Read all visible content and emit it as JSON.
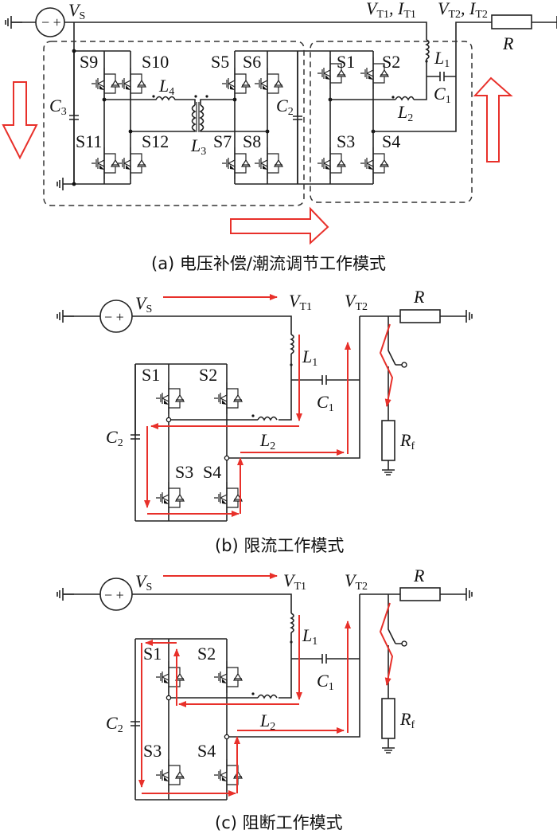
{
  "figure": {
    "panels": [
      {
        "id": "a",
        "caption": "(a)  电压补偿/潮流调节工作模式",
        "labels": {
          "source": "V",
          "source_sub": "S",
          "vt1": "V",
          "vt1_sub": "T1",
          "it1": "I",
          "it1_sub": "T1",
          "vt2": "V",
          "vt2_sub": "T2",
          "it2": "I",
          "it2_sub": "T2",
          "load": "R",
          "c1": "C",
          "c1_sub": "1",
          "c2": "C",
          "c2_sub": "2",
          "c3": "C",
          "c3_sub": "3",
          "l1": "L",
          "l1_sub": "1",
          "l2": "L",
          "l2_sub": "2",
          "l3": "L",
          "l3_sub": "3",
          "l4": "L",
          "l4_sub": "4",
          "switches": [
            "S1",
            "S2",
            "S3",
            "S4",
            "S5",
            "S6",
            "S7",
            "S8",
            "S9",
            "S10",
            "S11",
            "S12"
          ]
        },
        "power_flow_arrows": [
          "down",
          "right",
          "up"
        ]
      },
      {
        "id": "b",
        "caption": "(b)  限流工作模式",
        "labels": {
          "source": "V",
          "source_sub": "S",
          "vt1": "V",
          "vt1_sub": "T1",
          "vt2": "V",
          "vt2_sub": "T2",
          "load": "R",
          "fault": "R",
          "fault_sub": "f",
          "c1": "C",
          "c1_sub": "1",
          "c2": "C",
          "c2_sub": "2",
          "l1": "L",
          "l1_sub": "1",
          "l2": "L",
          "l2_sub": "2",
          "switches": [
            "S1",
            "S2",
            "S3",
            "S4"
          ]
        }
      },
      {
        "id": "c",
        "caption": "(c)  阻断工作模式",
        "labels": {
          "source": "V",
          "source_sub": "S",
          "vt1": "V",
          "vt1_sub": "T1",
          "vt2": "V",
          "vt2_sub": "T2",
          "load": "R",
          "fault": "R",
          "fault_sub": "f",
          "c1": "C",
          "c1_sub": "1",
          "c2": "C",
          "c2_sub": "2",
          "l1": "L",
          "l1_sub": "1",
          "l2": "L",
          "l2_sub": "2",
          "switches": [
            "S1",
            "S2",
            "S3",
            "S4"
          ]
        }
      }
    ],
    "colors": {
      "wire": "#222222",
      "current_path": "#e8302a",
      "background": "#ffffff"
    }
  }
}
